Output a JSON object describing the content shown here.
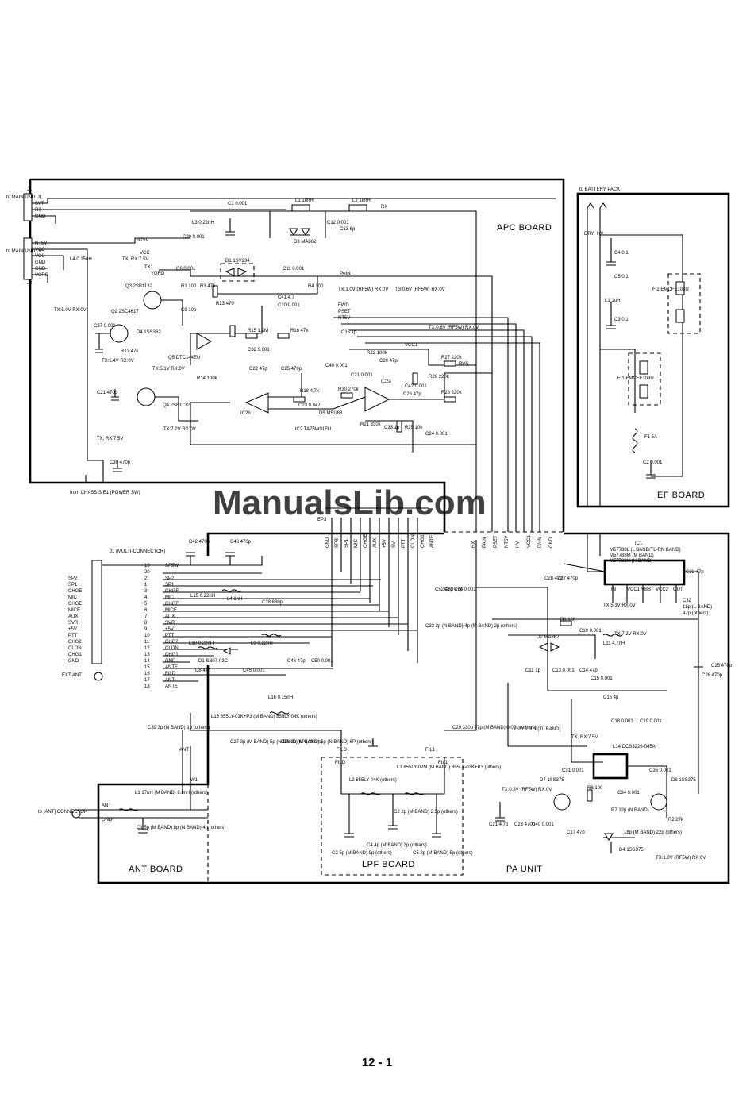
{
  "boards": {
    "apc": "APC BOARD",
    "ef": "EF BOARD",
    "pa": "PA UNIT",
    "ant": "ANT BOARD",
    "lpf": "LPF BOARD"
  },
  "watermark": "ManualsLib.com",
  "page_number": "12 - 1",
  "connectors": {
    "j1_to": "to MAIN UNIT J1",
    "j1_ref": "J1",
    "j1_pins": [
      "SVT",
      "RX",
      "GND"
    ],
    "j2_to": "to MAIN UNIT J2",
    "j2_ref": "J2",
    "j2_pins": [
      "NT5V",
      "VCC",
      "VCC",
      "GND",
      "GND",
      "VCRG"
    ],
    "battery": "to BATTERY PACK",
    "chassis": "from CHASSIS E1 (POWER SW)",
    "ant_conn": "to [ANT] CONNECTOR",
    "ep3": "EP3",
    "w1": "W1",
    "multi": "J1 (MULTI-CONNECTOR)",
    "ext_ant": "EXT ANT"
  },
  "ep3_pins": [
    "GND",
    "SPB",
    "SP1",
    "MIC",
    "CHGE",
    "AUX",
    "+5V",
    "SV",
    "PTT",
    "CLON",
    "CHG1",
    "ANTE"
  ],
  "pa_pins": [
    "RX",
    "PAIN",
    "PSET",
    "NT5V",
    "HV",
    "VCC1",
    "PAIN",
    "GND"
  ],
  "multi_pins": [
    {
      "n": "19",
      "sig": "SP5W"
    },
    {
      "n": "20",
      "sig": ""
    },
    {
      "n": "2",
      "sig": "SP2"
    },
    {
      "n": "1",
      "sig": "SP1"
    },
    {
      "n": "3",
      "sig": "CHGE"
    },
    {
      "n": "4",
      "sig": "MIC"
    },
    {
      "n": "5",
      "sig": "CHGE"
    },
    {
      "n": "6",
      "sig": "MICE"
    },
    {
      "n": "7",
      "sig": "AUX"
    },
    {
      "n": "8",
      "sig": "SVR"
    },
    {
      "n": "9",
      "sig": "+5V"
    },
    {
      "n": "10",
      "sig": "PTT"
    },
    {
      "n": "11",
      "sig": "CHG2"
    },
    {
      "n": "12",
      "sig": "CLON"
    },
    {
      "n": "13",
      "sig": "CHG1"
    },
    {
      "n": "14",
      "sig": "GND"
    },
    {
      "n": "15",
      "sig": "ANTE"
    },
    {
      "n": "16",
      "sig": "FILD"
    },
    {
      "n": "17",
      "sig": "ANT"
    },
    {
      "n": "18",
      "sig": "ANTE"
    }
  ],
  "multi_side": [
    "SP2",
    "SP1",
    "CHGE",
    "MIC",
    "CHGE",
    "MICE",
    "AUX",
    "SVR",
    "+5V",
    "PTT",
    "CHG2",
    "CLON",
    "CHG1",
    "GND"
  ],
  "apc_parts": [
    "C1 0.001",
    "L1 18nH",
    "L2 18nH",
    "RX",
    "C12 0.001",
    "C13 6p",
    "D3 MA862",
    "L3 0.22nH",
    "C39 0.001",
    "L4 0.15nH",
    "C6 0.001",
    "D1 1SV234",
    "C11 0.001",
    "R1 100",
    "R3 47k",
    "R23 470",
    "R4 100",
    "C9 10p",
    "C10 0.001",
    "C41 4.7",
    "Q3 2SB1132",
    "Q2 2SC4617",
    "D4 1SS362",
    "Q5 DTC144EU",
    "C37 0.001",
    "R13 47k",
    "R15 1.2M",
    "R16 47k",
    "C32 0.001",
    "C22 47p",
    "C25 470p",
    "R14 100k",
    "Q4 2SB1132",
    "C21 470p",
    "IC2b",
    "IC2 TA75W01FU",
    "R18 4.7k",
    "C23 0.047",
    "D5 MSU88",
    "R30 270k",
    "C40 0.001",
    "C16 1p",
    "R22 100k",
    "C20 47p",
    "C21 0.001",
    "IC2a",
    "R27 220k",
    "R26 220k",
    "R21 330k",
    "C33 1p",
    "R25 10k",
    "C24 0.001",
    "C42 0.001",
    "C26 47p",
    "R28 220k",
    "C30 470p",
    "VCC1",
    "PAIN",
    "FWD",
    "PSET",
    "NT5V",
    "RVS"
  ],
  "apc_notes": [
    "TX, RX:7.5V",
    "TX:5.0V RX:0V",
    "TX:6.4V RX:0V",
    "TX:5.1V RX:0V",
    "TX:7.2V RX:0V",
    "TX, RX:7.5V",
    "TX:1.0V (RF5W) RX:0V",
    "T3:0.6V (RF5W) RX:0V",
    "TX:0.6V (RF5W) RX:0V",
    "TX1",
    "YGRD",
    "VCC",
    "NT5V"
  ],
  "ef_parts": [
    "DRY",
    "HV",
    "C4 0.1",
    "C5 0.1",
    "L1 1uH",
    "C3 0.1",
    "FI2 EMCFE103U",
    "FI1 EMCFE103U",
    "F1 5A",
    "C2 0.001"
  ],
  "pa_parts": [
    "IC1",
    "M57788L (L BAND/TL-RN BAND)",
    "M57788M (M BAND)",
    "M57788H (H BAND)",
    "IN",
    "VCC1",
    "VBB",
    "VCC2",
    "OUT",
    "C32",
    "18p (L BAND)",
    "47p (others)",
    "TX:5.1V RX:0V",
    "R1 120",
    "C10 0.001",
    "D2 MA862",
    "L11 4.7nH",
    "TX:7.2V RX:0V",
    "C14 47p",
    "C15 0.001",
    "C13 0.001",
    "C11 1p",
    "C16 4p",
    "C18 0.001",
    "C19 0.001",
    "C20 0.001 (TL BAND)",
    "TX, RX:7.5V",
    "L14 DCS3226-045A",
    "C31 0.001",
    "C36 0.001",
    "D7 1SS375",
    "D6 1SS375",
    "R6 100",
    "C34 0.001",
    "R7 12p (N BAND)",
    "18p (M BAND) 22p (others)",
    "R2 27k",
    "D4 1SS375",
    "TX:0.8V (RF5W) RX:0V",
    "TX:1.0V (RF5W) RX:0V",
    "C33 3p (N BAND) 4p (M BAND) 2p (others)",
    "C29 330p 47p (M BAND) 0.001 (others)",
    "C28 47p",
    "C27 470p",
    "C22 47p",
    "C21 4.7p",
    "C25 470p",
    "C26 470p",
    "C17 47p",
    "C23 470p",
    "C40 0.001"
  ],
  "lpf_parts": [
    "L2 855LY-04K (others)",
    "L3 855LY-02M (M BAND) 855LY-03K+P3 (others)",
    "C2 2p (M BAND) 2.5p (others)",
    "C3 5p (M BAND) 9p (others)",
    "C4 4p (M BAND) 3p (others)",
    "C5 2p (M BAND) 5p (others)",
    "FILD",
    "FIL1"
  ],
  "ant_parts": [
    "L1 17nH (M BAND) 8.8nH (others)",
    "C1 5p (M BAND) 8p (N BAND) 4p (others)",
    "ANT",
    "GND"
  ],
  "multi_parts": [
    "C42 470p",
    "C43 470p",
    "L15 0.22nH",
    "L4 1nH",
    "C28 680p",
    "L10 0.22nH",
    "L9 0.22nH",
    "D1 SB07-03C",
    "C8 47p",
    "C45 0.001",
    "C46 47p",
    "C50 0.001",
    "L16 0.15nH",
    "L13 855LY-03K+P3 (M BAND) 855LY-04K (others)",
    "C27 3p (M BAND) 5p (N BAND) 6P (others)",
    "C28 3p (M BAND) 5p (N BAND) 6P (others)",
    "C39 3p (N BAND) 1p (others)",
    "C52 47p",
    "C53 47p",
    "C54 0.001",
    "ANT",
    "FILD",
    "FIL1"
  ],
  "colors": {
    "ink": "#000000",
    "watermark": "#b9cfe8",
    "paper": "#ffffff"
  }
}
